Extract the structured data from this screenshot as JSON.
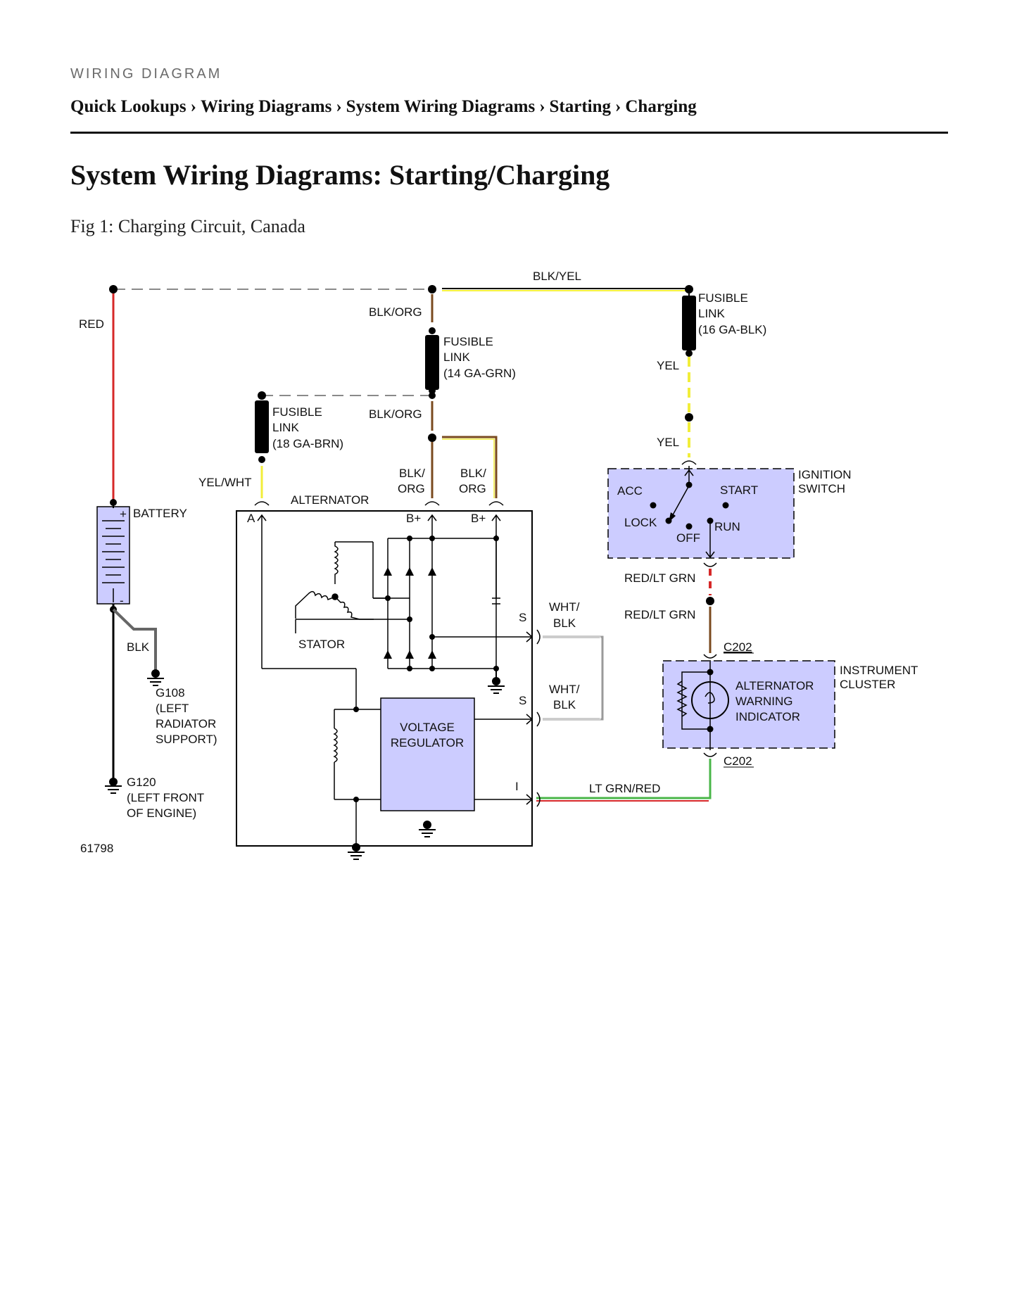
{
  "header": {
    "eyebrow": "WIRING DIAGRAM",
    "breadcrumb": [
      "Quick Lookups",
      "Wiring Diagrams",
      "System Wiring Diagrams",
      "Starting",
      "Charging"
    ],
    "separator": "›"
  },
  "page_title": "System Wiring Diagrams: Starting/Charging",
  "figure": {
    "caption": "Fig 1: Charging Circuit, Canada",
    "figure_number": "61798"
  },
  "diagram": {
    "colors": {
      "component_fill": "#ccccff",
      "red": "#d62828",
      "brown": "#7a4a1e",
      "yellow": "#f2ee3a",
      "black": "#000000",
      "green": "#49b648",
      "gray": "#666666"
    },
    "wires": {
      "red": "RED",
      "blk_yel": "BLK/YEL",
      "blk_org_top": "BLK/ORG",
      "blk_org_mid": "BLK/ORG",
      "yel_upper": "YEL",
      "yel_lower": "YEL",
      "yel_wht": "YEL/WHT",
      "blk_org_split_1a": "BLK/",
      "blk_org_split_1b": "ORG",
      "blk_org_split_2a": "BLK/",
      "blk_org_split_2b": "ORG",
      "blk": "BLK",
      "red_lt_grn_upper": "RED/LT GRN",
      "red_lt_grn_lower": "RED/LT GRN",
      "wht_blk_1a": "WHT/",
      "wht_blk_1b": "BLK",
      "wht_blk_2a": "WHT/",
      "wht_blk_2b": "BLK",
      "lt_grn_red": "LT GRN/RED"
    },
    "fusible_links": [
      [
        "FUSIBLE",
        "LINK",
        "(16 GA-BLK)"
      ],
      [
        "FUSIBLE",
        "LINK",
        "(14 GA-GRN)"
      ],
      [
        "FUSIBLE",
        "LINK",
        "(18 GA-BRN)"
      ]
    ],
    "battery": {
      "label": "BATTERY",
      "plus": "+",
      "minus": "-"
    },
    "alternator": {
      "label": "ALTERNATOR",
      "terminal_a": "A",
      "terminal_b1": "B+",
      "terminal_b2": "B+",
      "terminal_s1": "S",
      "terminal_s2": "S",
      "terminal_i": "I",
      "stator": "STATOR",
      "voltage_regulator": [
        "VOLTAGE",
        "REGULATOR"
      ]
    },
    "ignition_switch": {
      "label": [
        "IGNITION",
        "SWITCH"
      ],
      "acc": "ACC",
      "start": "START",
      "lock": "LOCK",
      "run": "RUN",
      "off": "OFF"
    },
    "instrument_cluster": {
      "label": [
        "INSTRUMENT",
        "CLUSTER"
      ],
      "indicator": [
        "ALTERNATOR",
        "WARNING",
        "INDICATOR"
      ],
      "connector_top": "C202",
      "connector_bottom": "C202"
    },
    "grounds": {
      "g108": [
        "G108",
        "(LEFT",
        "RADIATOR",
        "SUPPORT)"
      ],
      "g120": [
        "G120",
        "(LEFT FRONT",
        "OF ENGINE)"
      ]
    }
  }
}
